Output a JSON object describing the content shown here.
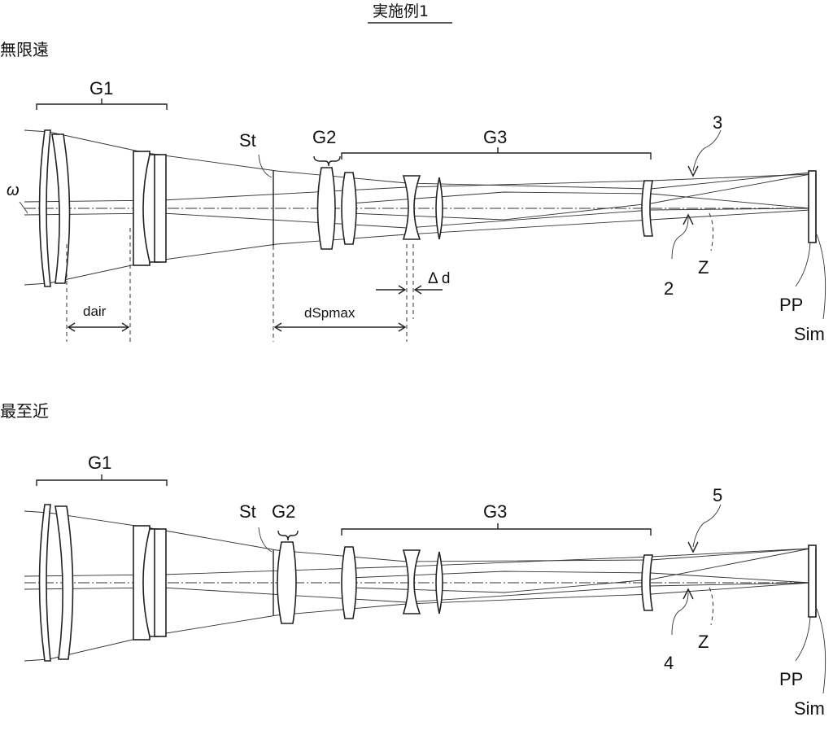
{
  "figure": {
    "title": "実施例1"
  },
  "panel_infinity": {
    "state_label": "無限遠",
    "groups": {
      "g1": "G1",
      "g2": "G2",
      "g3": "G3"
    },
    "stop": "St",
    "angle_symbol": "ω",
    "dims": {
      "dair": "dair",
      "dspmax": "dSpmax",
      "delta_d": "Δ d"
    },
    "refs": {
      "ray_upper": "3",
      "ray_lower": "2",
      "axis_z": "Z"
    },
    "image_side": {
      "pp": "PP",
      "sim": "Sim"
    }
  },
  "panel_closest": {
    "state_label": "最至近",
    "groups": {
      "g1": "G1",
      "g2": "G2",
      "g3": "G3"
    },
    "stop": "St",
    "refs": {
      "ray_upper": "5",
      "ray_lower": "4",
      "axis_z": "Z"
    },
    "image_side": {
      "pp": "PP",
      "sim": "Sim"
    }
  }
}
